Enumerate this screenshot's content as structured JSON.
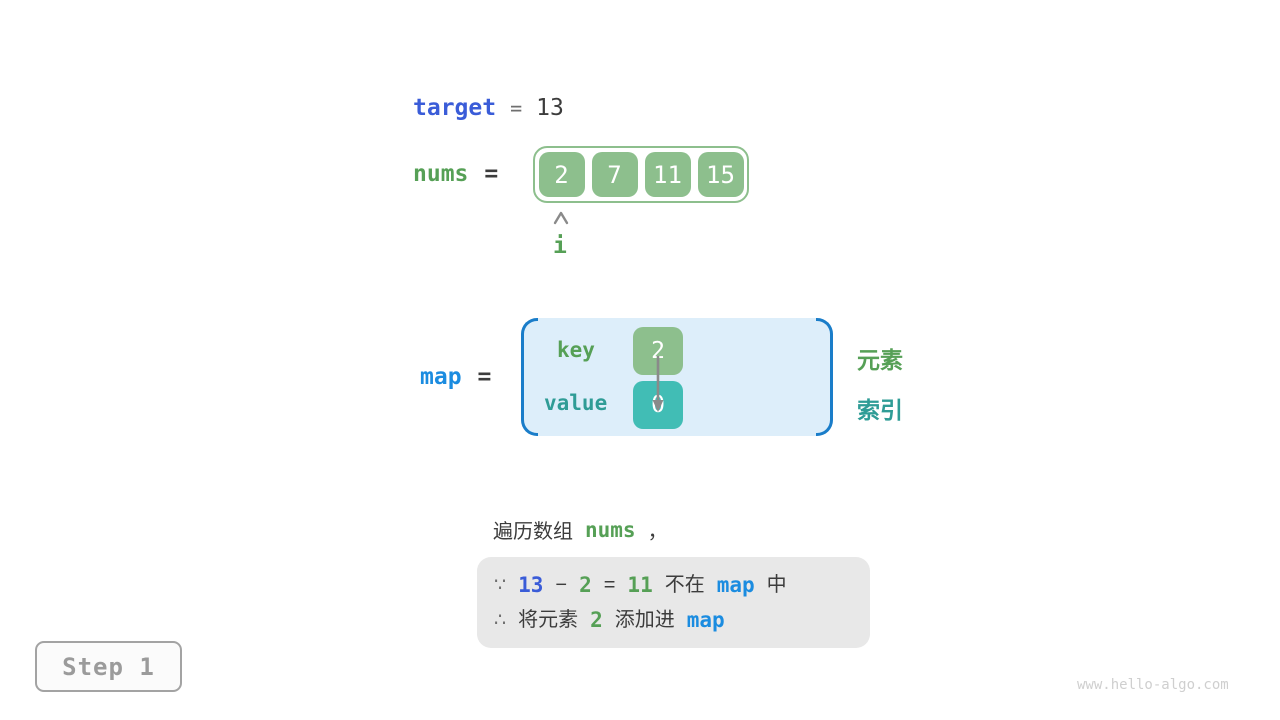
{
  "target_row": {
    "label": "target",
    "equals": "=",
    "value": "13"
  },
  "nums_row": {
    "label": "nums",
    "equals": "=",
    "cells": [
      "2",
      "7",
      "11",
      "15"
    ],
    "pointer_label": "i"
  },
  "map_row": {
    "label": "map",
    "equals": "=",
    "key_label": "key",
    "key_cell": "2",
    "value_label": "value",
    "value_cell": "0",
    "element_label": "元素",
    "index_label": "索引"
  },
  "caption": {
    "prefix": "遍历数组",
    "code": "nums",
    "comma": "，"
  },
  "note_box": {
    "because_symbol": "∵",
    "therefore_symbol": "∴",
    "line1": {
      "n13": "13",
      "minus": "−",
      "n2": "2",
      "eq": "=",
      "n11": "11",
      "not_in": "不在",
      "map": "map",
      "zhong": "中"
    },
    "line2": {
      "prefix": "将元素",
      "n2": "2",
      "middle": "添加进",
      "map": "map"
    }
  },
  "step_badge": {
    "label": "Step 1"
  },
  "watermark": {
    "text": "www.hello-algo.com"
  },
  "colors": {
    "array_green": "#8dbf8d",
    "teal_fill": "#41bdb5",
    "panel_background": "#ddeefa",
    "panel_border_blue": "#1a7dc9",
    "royal_blue_text": "#3a5cd8",
    "bright_blue_text": "#1b8ce0",
    "green_text": "#56a056",
    "teal_text": "#2f9c96",
    "note_background": "#e8e8e8"
  },
  "icons": {
    "pointer_caret": "caret-up",
    "map_link_arrow": "arrow-down"
  }
}
